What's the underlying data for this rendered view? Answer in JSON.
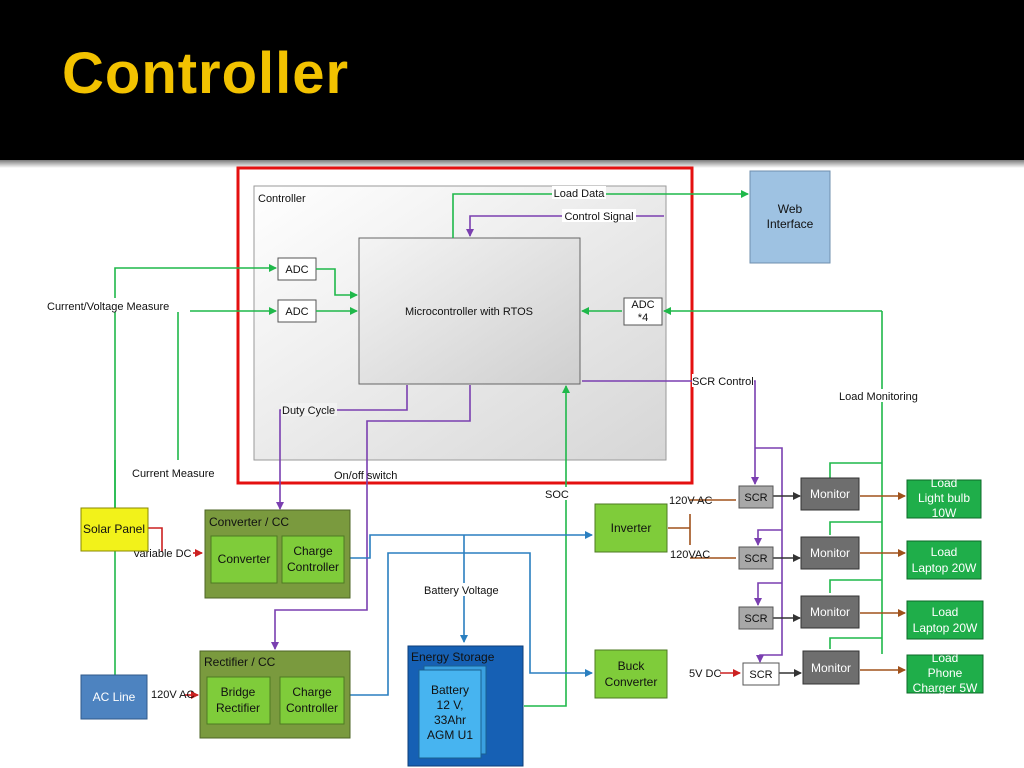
{
  "slide": {
    "title": "Controller"
  },
  "controller": {
    "title": "Controller",
    "adc_top": "ADC",
    "adc_mid": "ADC",
    "adc_right": [
      "ADC",
      "*4"
    ],
    "mcu": "Microcontroller with RTOS"
  },
  "web_interface": [
    "Web",
    "Interface"
  ],
  "signals": {
    "load_data": "Load Data",
    "control_signal": "Control Signal",
    "current_voltage_measure": "Current/Voltage Measure",
    "duty_cycle": "Duty Cycle",
    "current_measure": "Current Measure",
    "on_off_switch": "On/off switch",
    "soc": "SOC",
    "scr_control": "SCR Control",
    "load_monitoring": "Load Monitoring",
    "variable_dc": "Variable DC",
    "ac_120_1": "120V AC",
    "ac_120_2": "120VAC",
    "ac_120_line": "120V AC",
    "battery_voltage": "Battery Voltage",
    "dc_5v": "5V DC"
  },
  "solar_panel": "Solar Panel",
  "ac_line": "AC Line",
  "converter_cc": {
    "title": "Converter / CC",
    "converter": "Converter",
    "charge_controller": [
      "Charge",
      "Controller"
    ]
  },
  "rectifier_cc": {
    "title": "Rectifier / CC",
    "bridge_rectifier": [
      "Bridge",
      "Rectifier"
    ],
    "charge_controller": [
      "Charge",
      "Controller"
    ]
  },
  "inverter": "Inverter",
  "buck_converter": [
    "Buck",
    "Converter"
  ],
  "energy_storage": {
    "title": "Energy Storage",
    "battery": [
      "Battery",
      "12 V,",
      "33Ahr",
      "AGM U1"
    ]
  },
  "scr_label": "SCR",
  "monitor_label": "Monitor",
  "loads": [
    [
      "Load",
      "Light bulb",
      "10W"
    ],
    [
      "Load",
      "Laptop 20W"
    ],
    [
      "Load",
      "Laptop 20W"
    ],
    [
      "Load",
      "Phone",
      "Charger 5W"
    ]
  ],
  "colors": {
    "green_wire": "#1fb84a",
    "purple_wire": "#7a3fb0",
    "blue_wire": "#2a7fc0",
    "red_wire": "#cc2020",
    "brown_wire": "#a0521c",
    "highlight": "#e41010",
    "title": "#f2c200"
  }
}
